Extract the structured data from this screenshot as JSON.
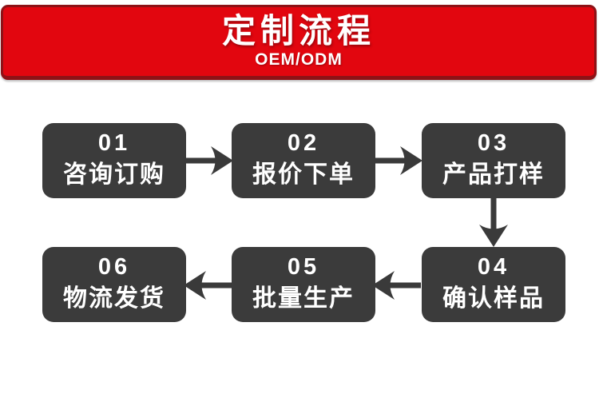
{
  "banner": {
    "title": "定制流程",
    "subtitle": "OEM/ODM",
    "colors": {
      "background": "#e2060f",
      "border": "#8e1216",
      "text": "#ffffff"
    }
  },
  "flow": {
    "colors": {
      "box_background": "#3b3b3b",
      "box_text": "#ffffff",
      "arrow": "#3a3a3a"
    },
    "steps": [
      {
        "number": "01",
        "label": "咨询订购"
      },
      {
        "number": "02",
        "label": "报价下单"
      },
      {
        "number": "03",
        "label": "产品打样"
      },
      {
        "number": "04",
        "label": "确认样品"
      },
      {
        "number": "05",
        "label": "批量生产"
      },
      {
        "number": "06",
        "label": "物流发货"
      }
    ],
    "arrows": [
      {
        "from": "01",
        "to": "02",
        "direction": "right"
      },
      {
        "from": "02",
        "to": "03",
        "direction": "right"
      },
      {
        "from": "03",
        "to": "04",
        "direction": "down"
      },
      {
        "from": "04",
        "to": "05",
        "direction": "left"
      },
      {
        "from": "05",
        "to": "06",
        "direction": "left"
      }
    ]
  }
}
